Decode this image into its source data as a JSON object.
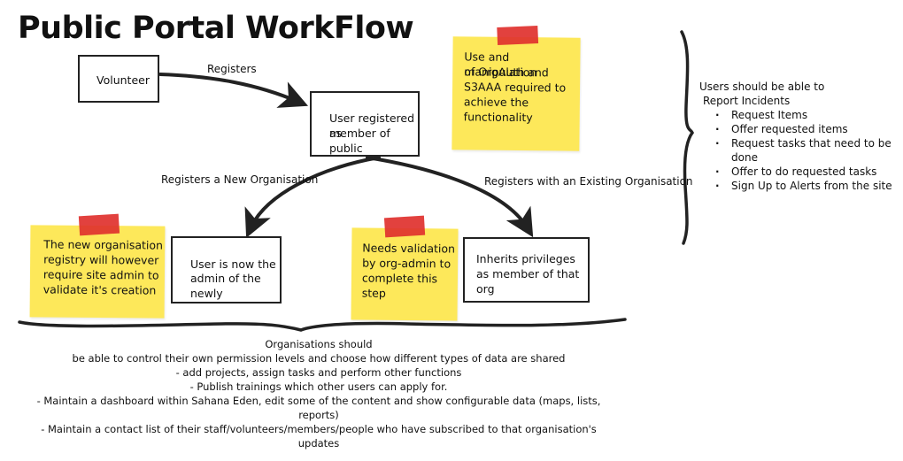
{
  "title": "Public Portal WorkFlow",
  "nodes": {
    "volunteer": "Volunteer",
    "user_registered": [
      "User registered as",
      "member of public"
    ],
    "user_admin": [
      "User is now the",
      "admin of the newly"
    ],
    "inherits": [
      "Inherits privileges",
      "as member of that",
      "org"
    ]
  },
  "edges": {
    "registers": "Registers",
    "new_org": "Registers a New Organisation",
    "existing_org": "Registers with an Existing Organisation"
  },
  "sticky_notes": {
    "orgauth": [
      "Use and manipulation",
      "of OrgAuth and",
      "S3AAA required to",
      "achieve the",
      "functionality"
    ],
    "new_org_registry": [
      "The new organisation",
      "registry will however",
      "require site admin to",
      "validate it's creation"
    ],
    "validation": [
      "Needs validation",
      "by org-admin to",
      "complete this",
      "step"
    ]
  },
  "colors": {
    "sticky": "#fde85a",
    "tape": "#e0312e",
    "stroke": "#222222"
  },
  "user_capabilities": {
    "heading_1": "Users should be able to",
    "heading_2": "Report Incidents",
    "items": [
      "Request Items",
      "Offer requested items",
      "Request tasks that need to be done",
      "Offer to do requested tasks",
      "Sign Up to Alerts from the site"
    ]
  },
  "org_capabilities": [
    "Organisations should",
    "be able to control their own permission levels and choose how different types of data are shared",
    "- add projects, assign tasks and perform other functions",
    "- Publish trainings which other users can apply for.",
    "- Maintain a dashboard within Sahana Eden, edit some of the content and show configurable data (maps, lists, reports)",
    "- Maintain a contact list of their staff/volunteers/members/people who have subscribed to that organisation's updates"
  ]
}
